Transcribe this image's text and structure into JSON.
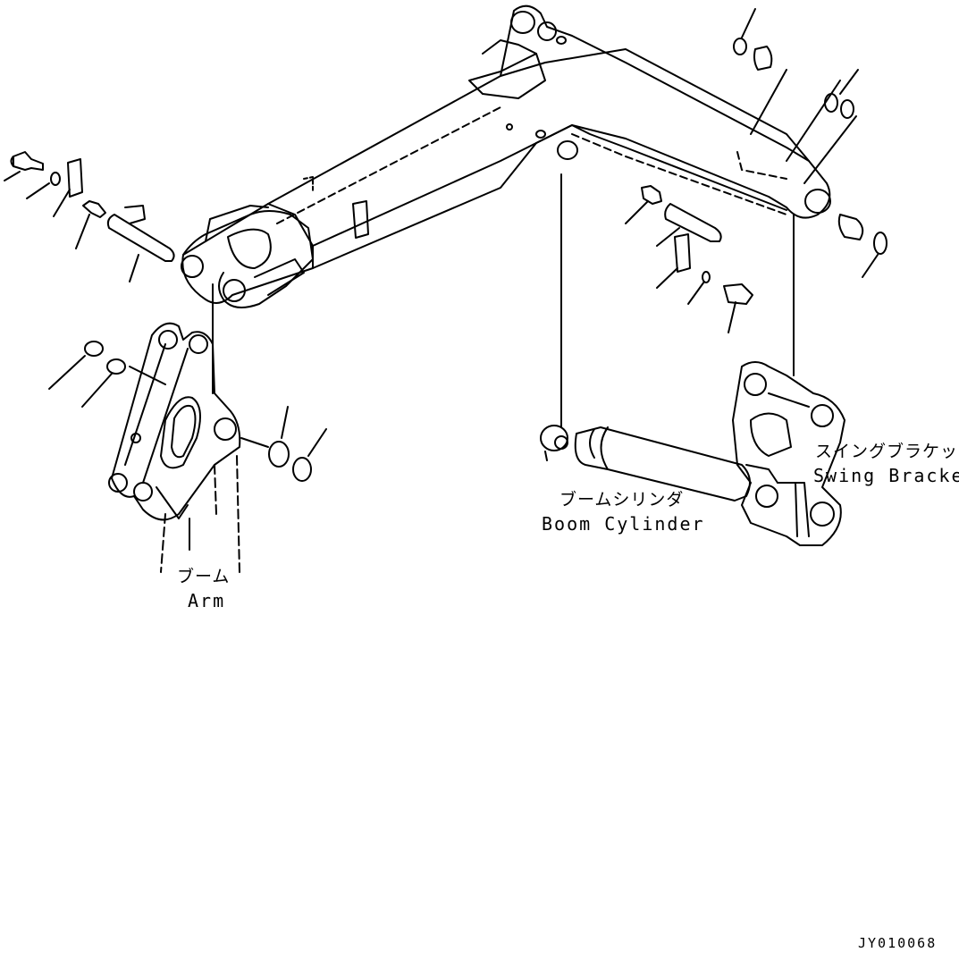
{
  "labels": {
    "swing_bracket_jp": "スイングブラケット",
    "swing_bracket_en": "Swing Bracket",
    "boom_cylinder_jp": "ブームシリンダ",
    "boom_cylinder_en": "Boom Cylinder",
    "arm_jp": "ブーム",
    "arm_en": "Arm",
    "drawing_code": "JY010068"
  },
  "colors": {
    "line": "#000000",
    "background": "#ffffff"
  }
}
